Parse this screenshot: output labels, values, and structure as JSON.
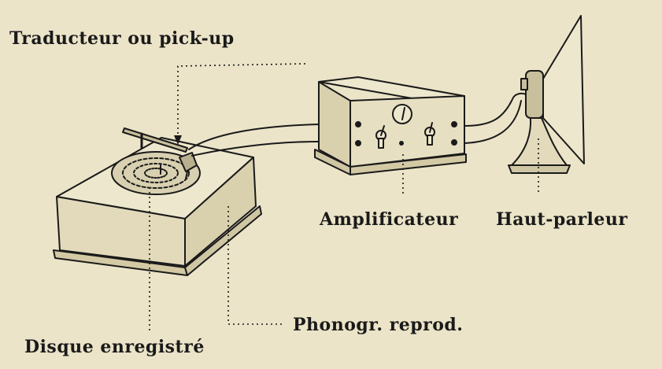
{
  "labels": {
    "pickup": "Traducteur ou pick-up",
    "amplifier": "Amplificateur",
    "speaker": "Haut-parleur",
    "phonograph": "Phonogr. reprod.",
    "disc": "Disque enregistré"
  },
  "colors": {
    "paper": "#ebe4c8",
    "ink": "#1a1a1a",
    "shade": "#cfc6a4"
  }
}
